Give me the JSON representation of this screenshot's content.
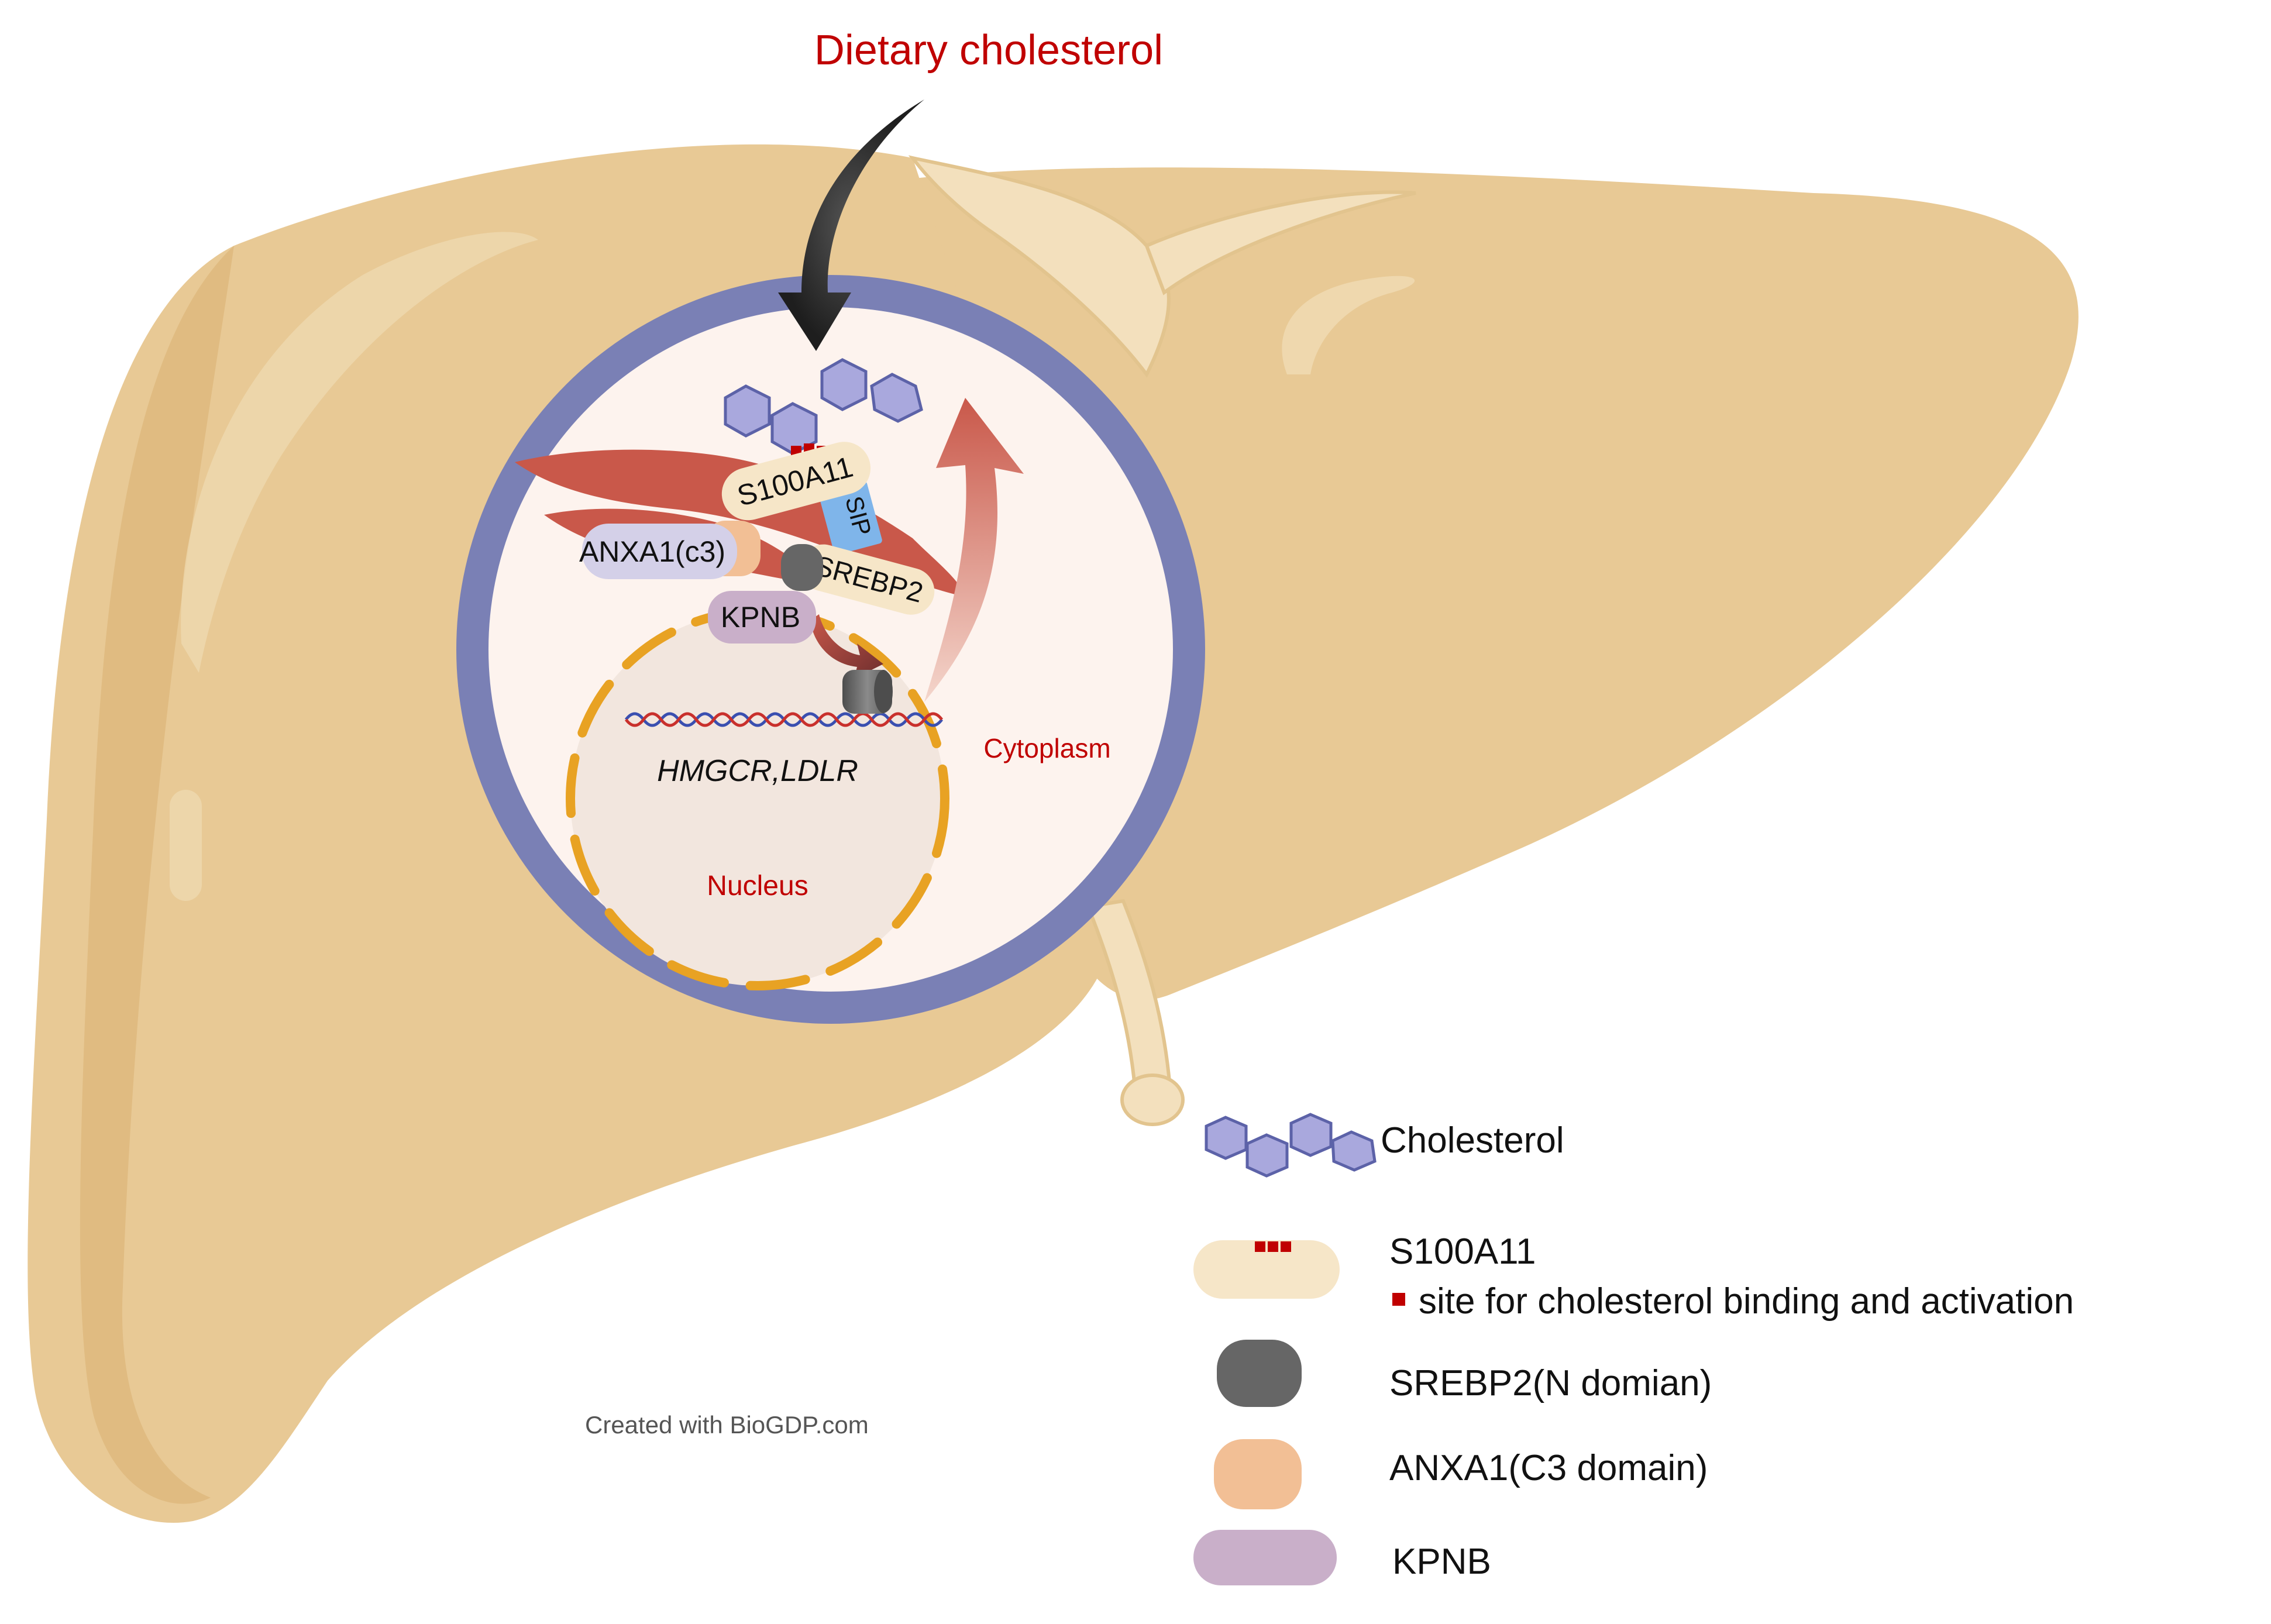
{
  "header": {
    "dietary_label": "Dietary cholesterol"
  },
  "cell": {
    "proteins": {
      "s100a11": "S100A11",
      "sip": "SIP",
      "anxa1": "ANXA1(c3)",
      "srebp2": "SREBP2",
      "kpnb": "KPNB"
    },
    "genes": "HMGCR,LDLR",
    "cytoplasm_label": "Cytoplasm",
    "nucleus_label": "Nucleus"
  },
  "legend": {
    "cholesterol": "Cholesterol",
    "s100a11": "S100A11",
    "s100a11_note": "site for cholesterol binding and activation",
    "srebp2": "SREBP2(N domian)",
    "anxa1": "ANXA1(C3 domain)",
    "kpnb": "KPNB"
  },
  "credit": "Created with BioGDP.com",
  "colors": {
    "liver": "#e8c995",
    "liver_shade": "#ddb87c",
    "cell_ring": "#7a80b5",
    "cytoplasm": "#fdf3ee",
    "nucleus": "#f2e6de",
    "nuclear_envelope": "#e8a223",
    "er": "#c9584a",
    "cholesterol": "#a9a8dd",
    "cholesterol_edge": "#5c62a8",
    "s100a11": "#f6e6c8",
    "binding_site": "#c00000",
    "srebp2_n": "#6b6b6b",
    "anxa1": "#f2bf95",
    "kpnb": "#c9afc9",
    "sip": "#7fb5ea",
    "accent_red": "#c00000"
  }
}
